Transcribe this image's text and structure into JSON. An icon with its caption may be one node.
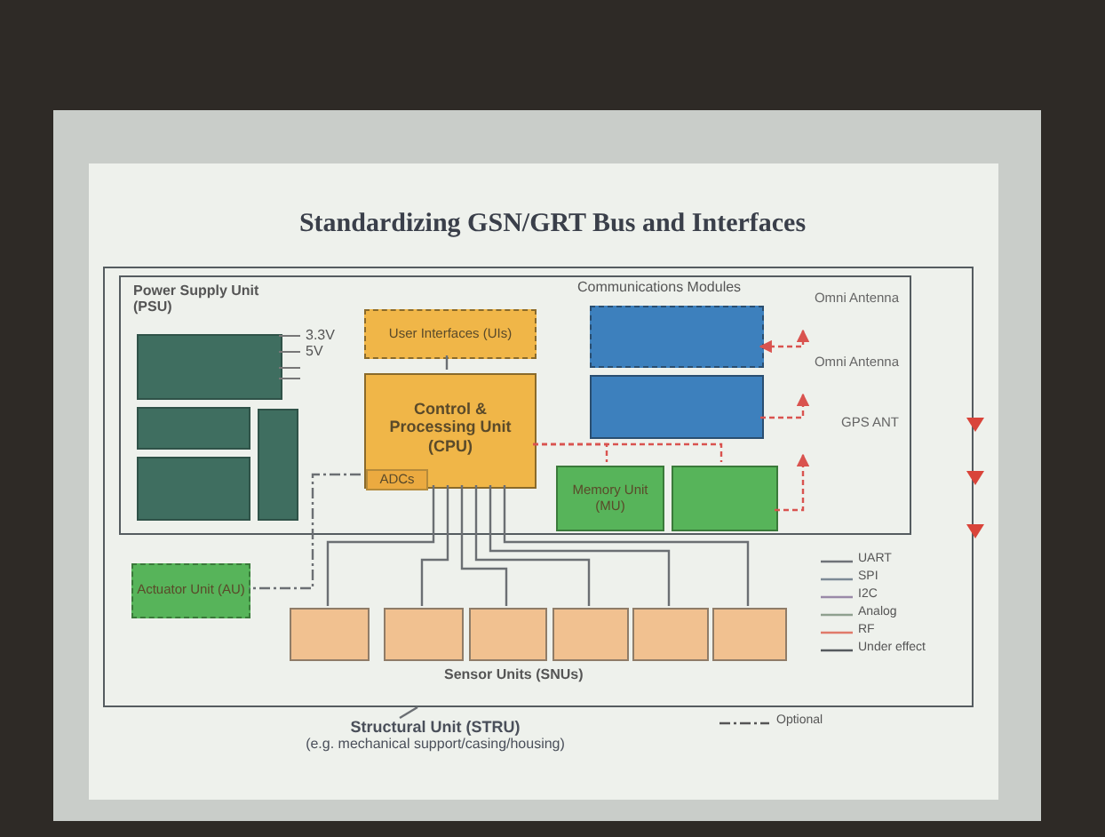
{
  "diagram": {
    "title": "Standardizing GSN/GRT Bus and Interfaces",
    "nodes": [
      {
        "text": [],
        "shape": "box"
      },
      {
        "text": [],
        "shape": "box",
        "in": 0
      },
      {
        "text": [],
        "shape": "box",
        "in": 1
      },
      {
        "text": [],
        "shape": "box",
        "in": 1
      },
      {
        "text": [],
        "shape": "box",
        "in": 1
      },
      {
        "text": [],
        "shape": "box",
        "in": 1
      },
      {
        "text": [
          "User Interfaces (UIs)"
        ],
        "in": 1
      },
      {
        "text": [
          "Control & Processing Unit (CPU)"
        ],
        "in": 1
      },
      {
        "text": [
          "ADCs"
        ],
        "in": 7
      },
      {
        "text": [],
        "shape": "box",
        "in": 1
      },
      {
        "text": [],
        "shape": "box",
        "in": 1
      },
      {
        "text": [
          "Omni Antenna"
        ],
        "in": 1
      },
      {
        "text": [
          "Omni Antenna"
        ],
        "in": 1
      },
      {
        "text": [
          "Memory Unit (MU)"
        ],
        "in": 1
      },
      {
        "text": [],
        "shape": "box",
        "in": 1
      },
      {
        "text": [
          "GPS ANT"
        ],
        "in": 1
      },
      {
        "text": [
          "Actuator Unit (AU)"
        ],
        "in": 0
      },
      {
        "text": [],
        "shape": "box",
        "in": 0
      },
      {
        "text": [],
        "shape": "box",
        "in": 0
      },
      {
        "text": [],
        "shape": "box",
        "in": 0
      },
      {
        "text": [],
        "shape": "box",
        "in": 0
      },
      {
        "text": [],
        "shape": "box",
        "in": 0
      },
      {
        "text": [],
        "shape": "box",
        "in": 0
      },
      {
        "text": [
          "Structural Unit (STRU)",
          "(e.g. mechanical support/casing/housing)"
        ]
      }
    ],
    "edges": [
      {
        "from": 6,
        "to": 7,
        "arrow": "none"
      },
      {
        "from": 7,
        "to": 13,
        "arrow": "none",
        "style": "dashed",
        "color": "#d9534f"
      },
      {
        "from": 7,
        "to": 14,
        "arrow": "none",
        "style": "dashed",
        "color": "#d9534f"
      },
      {
        "from": 9,
        "to": 11,
        "arrow": "both",
        "style": "dashed",
        "color": "#d9534f"
      },
      {
        "from": 10,
        "to": 12,
        "arrow": "to",
        "style": "dashed",
        "color": "#d9534f"
      },
      {
        "from": 14,
        "to": 15,
        "arrow": "to",
        "style": "dashed",
        "color": "#d9534f"
      },
      {
        "from": 8,
        "to": 16,
        "arrow": "none",
        "style": "dashed"
      },
      {
        "from": 7,
        "to": 17,
        "arrow": "none"
      },
      {
        "from": 7,
        "to": 18,
        "arrow": "none"
      },
      {
        "from": 7,
        "to": 19,
        "arrow": "none"
      },
      {
        "from": 7,
        "to": 20,
        "arrow": "none"
      },
      {
        "from": 7,
        "to": 21,
        "arrow": "none"
      },
      {
        "from": 7,
        "to": 22,
        "arrow": "none"
      },
      {
        "from": 23,
        "to": 0,
        "arrow": "none"
      }
    ],
    "labels": [
      "Power Supply Unit (PSU)",
      "3.3V",
      "5V",
      "Communications Modules",
      "Sensor Units (SNUs)"
    ],
    "legend": [
      {
        "text": "UART"
      },
      {
        "text": "SPI"
      },
      {
        "text": "I2C"
      },
      {
        "text": "Analog"
      },
      {
        "text": "RF"
      },
      {
        "text": "Under effect"
      },
      {
        "text": "Optional"
      }
    ]
  }
}
